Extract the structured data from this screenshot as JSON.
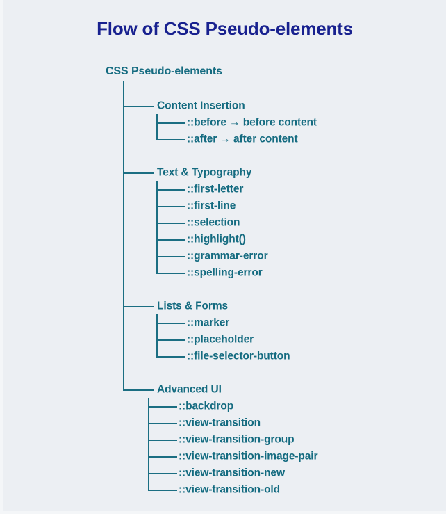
{
  "title": "Flow of CSS Pseudo-elements",
  "colors": {
    "background": "#eceff3",
    "title": "#18218f",
    "node_text": "#146b80",
    "connector": "#1b6e82"
  },
  "tree": {
    "root": "CSS Pseudo-elements",
    "sections": [
      {
        "label": "Content Insertion",
        "children": [
          "::before → before content",
          "::after → after content"
        ]
      },
      {
        "label": "Text & Typography",
        "children": [
          "::first-letter",
          "::first-line",
          "::selection",
          "::highlight()",
          "::grammar-error",
          "::spelling-error"
        ]
      },
      {
        "label": "Lists & Forms",
        "children": [
          "::marker",
          "::placeholder",
          "::file-selector-button"
        ]
      },
      {
        "label": "Advanced UI",
        "children": [
          "::backdrop",
          "::view-transition",
          "::view-transition-group",
          "::view-transition-image-pair",
          "::view-transition-new",
          "::view-transition-old"
        ]
      }
    ]
  }
}
